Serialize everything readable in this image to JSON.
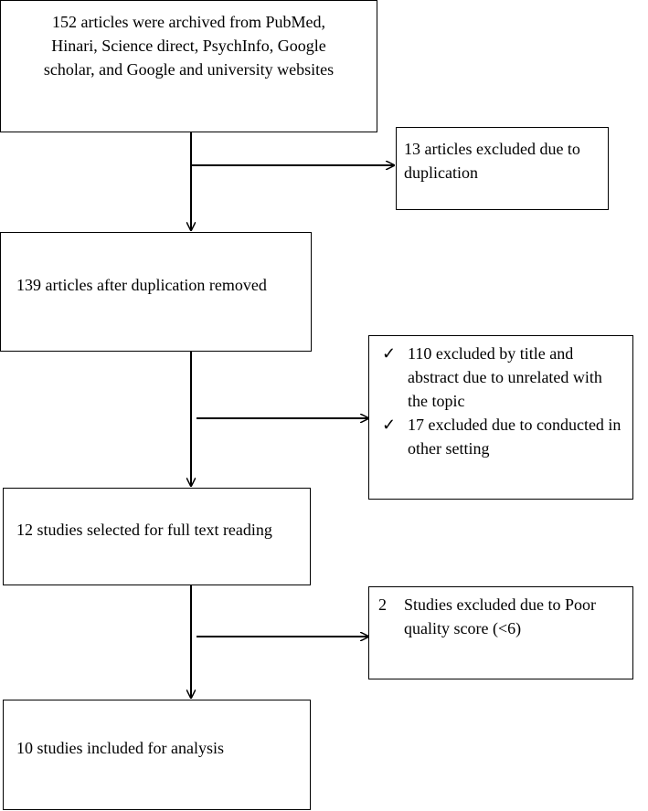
{
  "flow": {
    "step1": "152 articles were archived from PubMed, Hinari, Science direct, PsychInfo, Google scholar, and Google and university websites",
    "step2": "139 articles after duplication removed",
    "step3": "12 studies selected for full text reading",
    "step4": "10 studies included for analysis"
  },
  "exclusions": {
    "duplication": "13 articles excluded due to duplication",
    "title_abstract": {
      "items": [
        "110 excluded by title and abstract due to unrelated with the topic",
        "17 excluded due to conducted in other setting"
      ],
      "bullet_icon": "check-mark-icon"
    },
    "quality": {
      "number": "2",
      "text": "Studies excluded  due to Poor quality score (<6)"
    }
  }
}
